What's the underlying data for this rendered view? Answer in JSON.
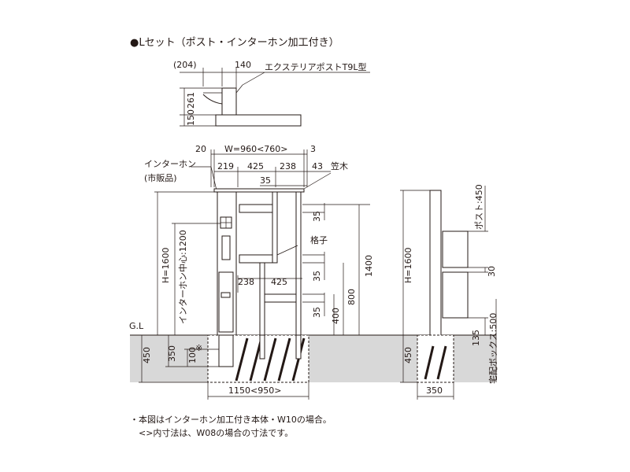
{
  "title": "●Lセット（ポスト・インターホン加工付き）",
  "top_view": {
    "dim_204": "(204)",
    "dim_140": "140",
    "dim_261": "261",
    "dim_150": "150",
    "post_label": "エクステリアポストT9L型"
  },
  "front_view": {
    "dim_20": "20",
    "dim_w": "W=960<760>",
    "dim_3": "3",
    "dim_219": "219",
    "dim_425_top": "425",
    "dim_238_top": "238",
    "dim_43": "43",
    "dim_35_top": "35",
    "kasagi": "笠木",
    "interphone": "インターホン",
    "interphone_note": "(市販品)",
    "height": "H=1600",
    "interphone_center": "インターホン中心:1200",
    "dim_35_a": "35",
    "koushi": "格子",
    "dim_1400": "1400",
    "dim_238_mid": "238",
    "dim_425_mid": "425",
    "dim_35_b": "35",
    "dim_800": "800",
    "dim_35_c": "35",
    "dim_400": "400",
    "gl": "G.L",
    "dim_450": "450",
    "dim_350": "350",
    "dim_100": "100",
    "mark": "※",
    "dim_base": "1150<950>"
  },
  "side_view": {
    "height": "H=1600",
    "post": "ポスト:450",
    "dim_30": "30",
    "dim_135": "135",
    "delivery_box": "宅配ボックス:500",
    "dim_450": "450",
    "dim_350": "350"
  },
  "notes": [
    "・本図はインターホン加工付き本体・W10の場合。",
    "　<>内寸法は、W08の場合の寸法です。"
  ]
}
